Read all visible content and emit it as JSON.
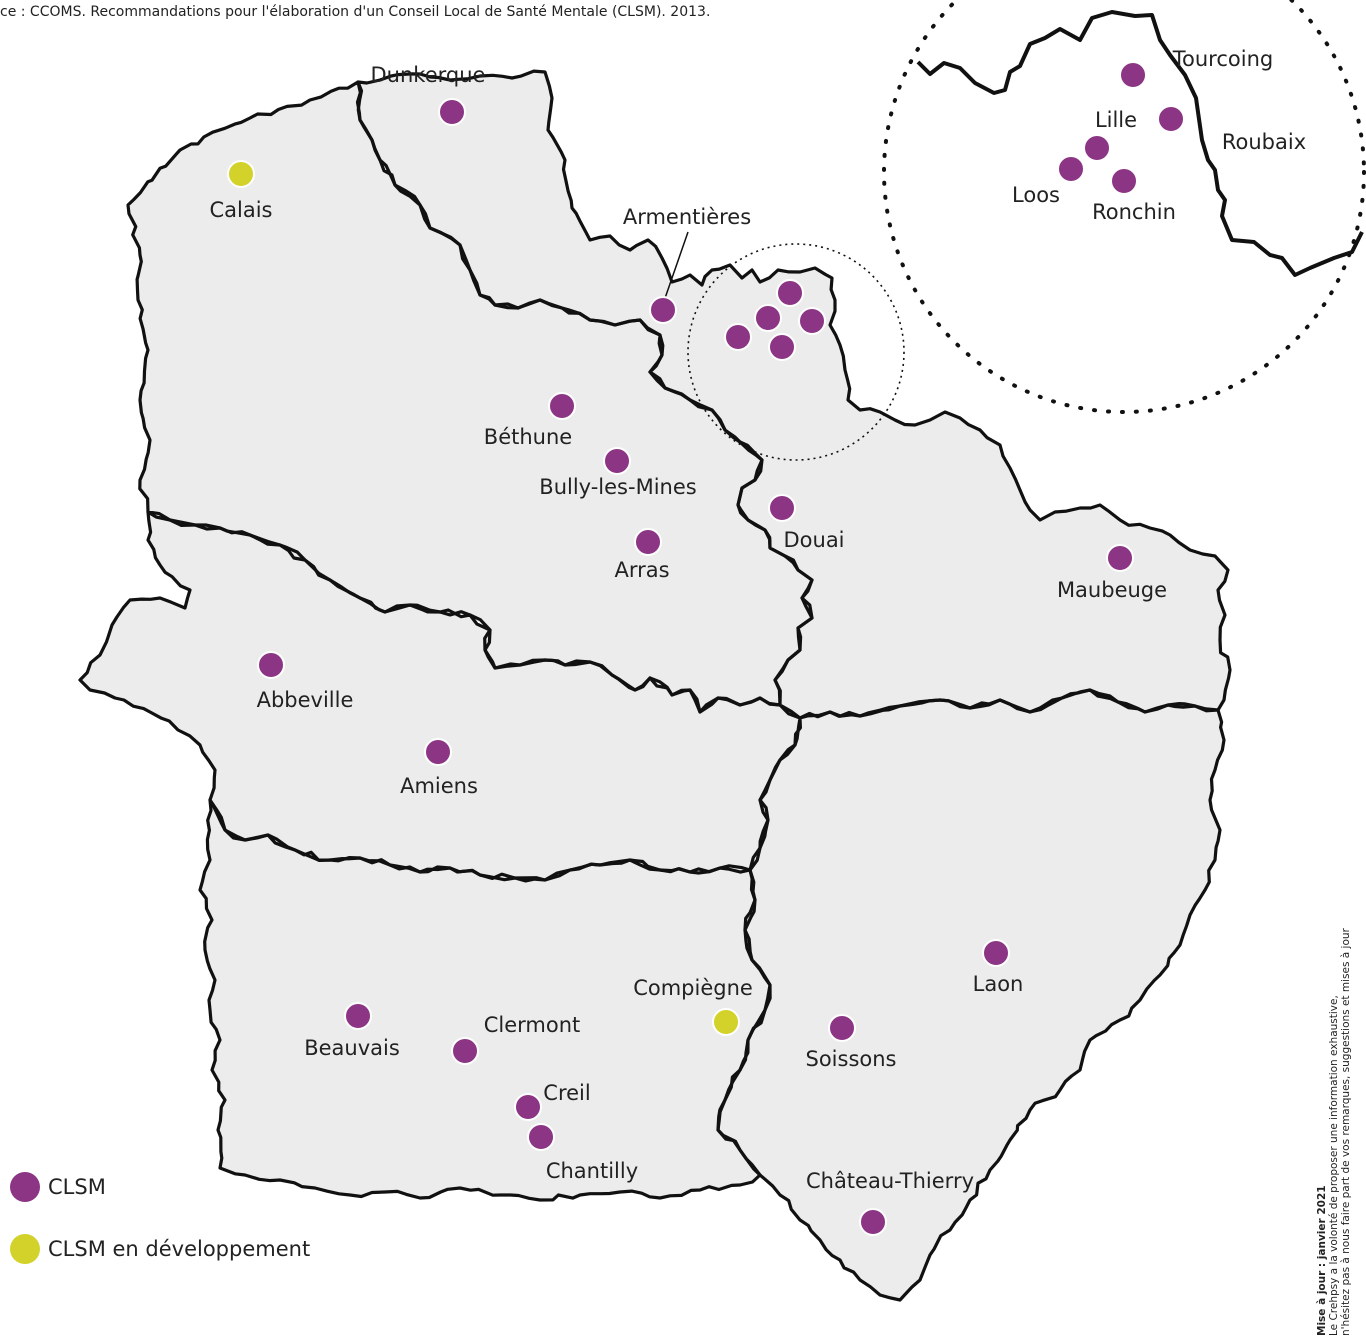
{
  "source": "ce : CCOMS. Recommandations pour l'élaboration d'un Conseil Local de Santé Mentale (CLSM). 2013.",
  "colors": {
    "clsm": "#8b3584",
    "developing": "#d3d22a",
    "region_fill": "#ececec",
    "border": "#111111"
  },
  "cities": [
    {
      "name": "Dunkerque",
      "status": "clsm"
    },
    {
      "name": "Calais",
      "status": "developing"
    },
    {
      "name": "Armentières",
      "status": "clsm"
    },
    {
      "name": "Béthune",
      "status": "clsm"
    },
    {
      "name": "Bully-les-Mines",
      "status": "clsm"
    },
    {
      "name": "Douai",
      "status": "clsm"
    },
    {
      "name": "Arras",
      "status": "clsm"
    },
    {
      "name": "Maubeuge",
      "status": "clsm"
    },
    {
      "name": "Abbeville",
      "status": "clsm"
    },
    {
      "name": "Amiens",
      "status": "clsm"
    },
    {
      "name": "Compiègne",
      "status": "developing"
    },
    {
      "name": "Clermont",
      "status": "clsm"
    },
    {
      "name": "Beauvais",
      "status": "clsm"
    },
    {
      "name": "Creil",
      "status": "clsm"
    },
    {
      "name": "Chantilly",
      "status": "clsm"
    },
    {
      "name": "Laon",
      "status": "clsm"
    },
    {
      "name": "Soissons",
      "status": "clsm"
    },
    {
      "name": "Château-Thierry",
      "status": "clsm"
    }
  ],
  "inset": {
    "cities": [
      "Tourcoing",
      "Lille",
      "Roubaix",
      "Loos",
      "Ronchin"
    ]
  },
  "legend": {
    "clsm": "CLSM",
    "developing": "CLSM en développement"
  },
  "note": {
    "title": "Mise à jour : janvier 2021",
    "line1": "Le Crehpsy a la volonté de proposer une information exhaustive,",
    "line2": "n'hésitez pas à nous faire part de vos remarques, suggestions et mises à jour"
  }
}
